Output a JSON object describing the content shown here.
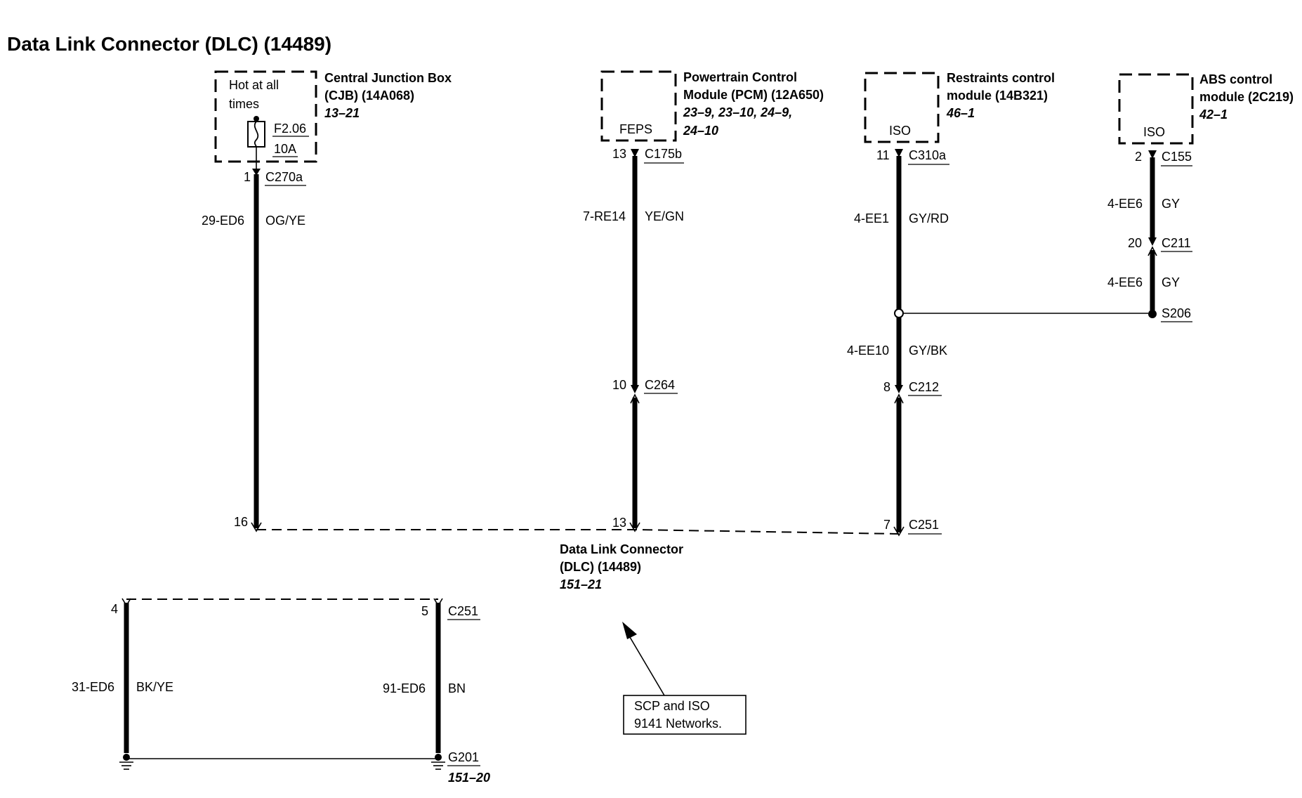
{
  "title": "Data Link Connector (DLC) (14489)",
  "modules": {
    "cjb": {
      "inner_line1": "Hot at all",
      "inner_line2": "times",
      "fuse_label": "F2.06",
      "fuse_rating": "10A",
      "name_line1": "Central Junction Box",
      "name_line2": "(CJB) (14A068)",
      "ref": "13–21"
    },
    "pcm": {
      "inner": "FEPS",
      "name_line1": "Powertrain Control",
      "name_line2": "Module (PCM) (12A650)",
      "ref_line1": "23–9, 23–10, 24–9,",
      "ref_line2": "24–10"
    },
    "rcm": {
      "inner": "ISO",
      "name_line1": "Restraints control",
      "name_line2": "module (14B321)",
      "ref": "46–1"
    },
    "abs": {
      "inner": "ISO",
      "name_line1": "ABS control",
      "name_line2": "module (2C219)",
      "ref": "42–1"
    }
  },
  "circuits": {
    "c1": {
      "pin_top": "1",
      "connector_top": "C270a",
      "circuit": "29-ED6",
      "color": "OG/YE",
      "pin_bottom": "16"
    },
    "c2": {
      "pin_top": "13",
      "connector_top": "C175b",
      "circuit": "7-RE14",
      "color": "YE/GN",
      "pin_mid": "10",
      "connector_mid": "C264",
      "pin_bottom": "13"
    },
    "c3": {
      "pin_top": "11",
      "connector_top": "C310a",
      "circuit_top": "4-EE1",
      "color_top": "GY/RD",
      "circuit_bottom": "4-EE10",
      "color_bottom": "GY/BK",
      "pin_mid": "8",
      "connector_mid": "C212",
      "pin_bottom": "7",
      "connector_bottom": "C251"
    },
    "c4": {
      "pin_top": "2",
      "connector_top": "C155",
      "circuit_top": "4-EE6",
      "color_top": "GY",
      "pin_mid": "20",
      "connector_mid": "C211",
      "circuit_bottom": "4-EE6",
      "color_bottom": "GY",
      "splice": "S206"
    },
    "c5": {
      "pin_top": "4",
      "circuit": "31-ED6",
      "color": "BK/YE"
    },
    "c6": {
      "pin_top": "5",
      "connector_top": "C251",
      "circuit": "91-ED6",
      "color": "BN",
      "ground": "G201",
      "ground_ref": "151–20"
    }
  },
  "dlc": {
    "name_line1": "Data Link Connector",
    "name_line2": "(DLC) (14489)",
    "ref": "151–21"
  },
  "callout": {
    "line1": "SCP and ISO",
    "line2": "9141 Networks."
  }
}
